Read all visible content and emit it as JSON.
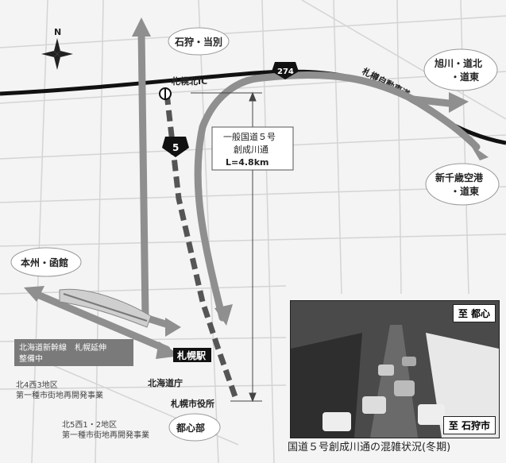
{
  "map": {
    "destinations": {
      "ishikari_tobetsu": "石狩・当別",
      "asahikawa": "旭川・道北\n・道東",
      "shinchitose": "新千歳空港\n・道東",
      "honshu_hakodate": "本州・函館",
      "toshinbu": "都心部"
    },
    "places": {
      "sapporo_kita_ic": "札幌北IC",
      "sapporo_station": "札幌駅",
      "hokkaido_chou": "北海道庁",
      "sapporo_city_hall": "札幌市役所",
      "expressway": "札樽自動車道",
      "shinkansen_line1": "北海道新幹線　札幌延伸",
      "shinkansen_line2": "整備中",
      "redev1_line1": "北4西3地区",
      "redev1_line2": "第一種市街地再開発事業",
      "redev2_line1": "北5西1・2地区",
      "redev2_line2": "第一種市街地再開発事業"
    },
    "route_shields": {
      "r274": "274",
      "r5": "5"
    },
    "route_box": {
      "line1": "一般国道５号",
      "line2": "創成川通",
      "line3": "L=4.8km"
    },
    "compass": "N"
  },
  "photo": {
    "tag_top": "至 都心",
    "tag_bottom": "至 石狩市",
    "caption": "国道５号創成川通の混雑状況(冬期)"
  }
}
